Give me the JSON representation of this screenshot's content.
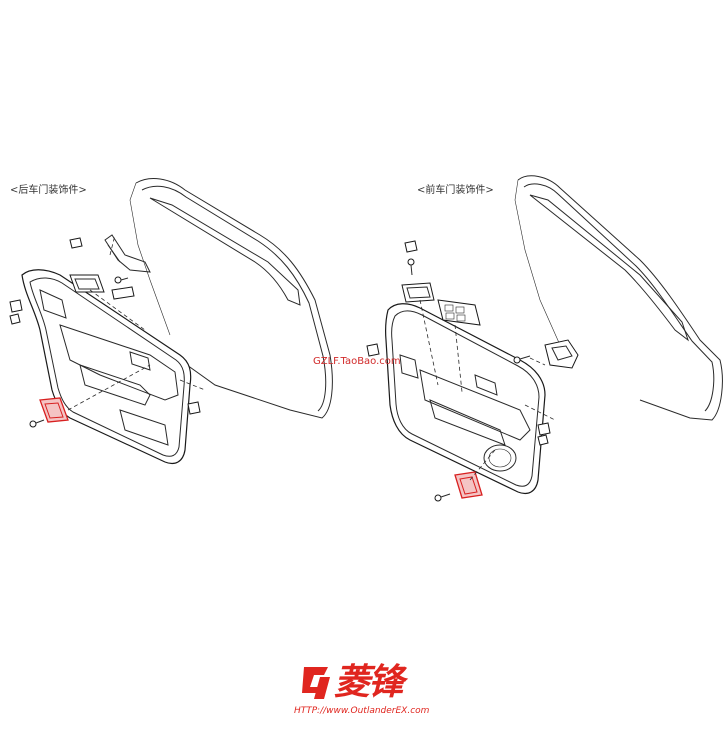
{
  "labels": {
    "rear_door_trim": "<后车门装饰件>",
    "front_door_trim": "<前车门装饰件>"
  },
  "watermark": "GZLF.TaoBao.com",
  "brand": {
    "name": "菱锋",
    "url": "HTTP://www.OutlanderEX.com",
    "color": "#e0261f"
  },
  "highlight_color": "#d82020"
}
